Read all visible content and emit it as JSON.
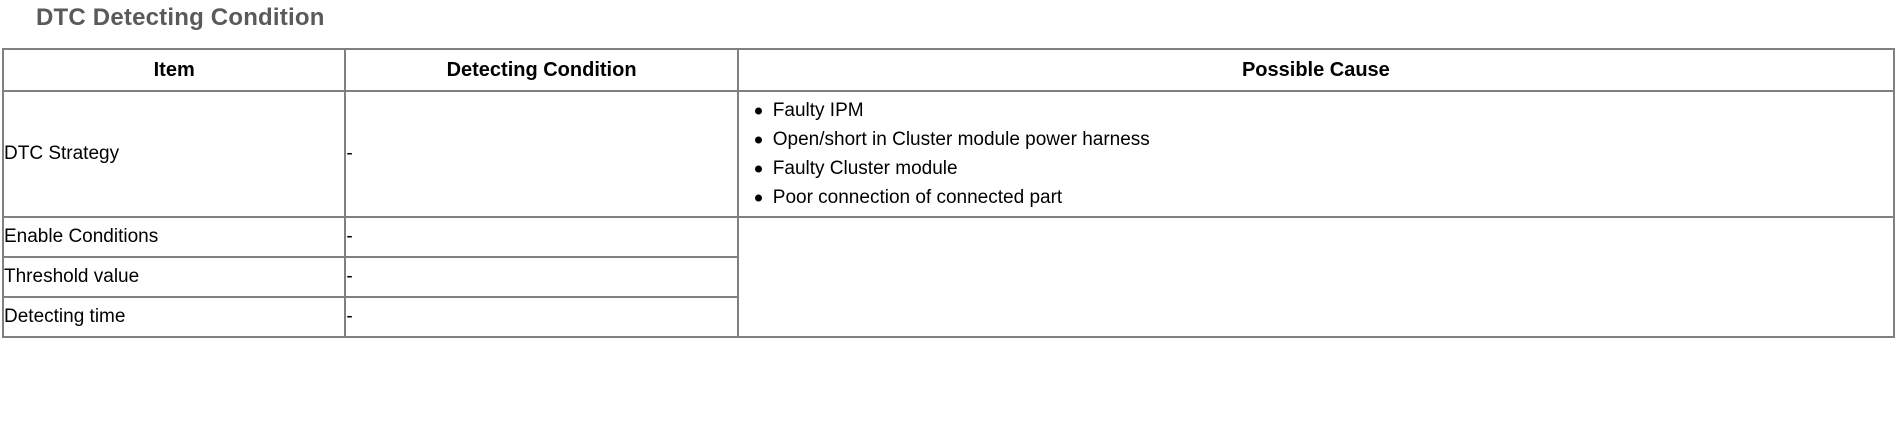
{
  "section": {
    "title": "DTC Detecting Condition",
    "title_color": "#5a5a5a",
    "border_color": "#808080",
    "background_color": "#ffffff",
    "text_color": "#000000"
  },
  "table": {
    "headers": [
      "Item",
      "Detecting Condition",
      "Possible Cause"
    ],
    "rows": [
      {
        "item": "DTC Strategy",
        "detecting_condition": "-"
      },
      {
        "item": "Enable Conditions",
        "detecting_condition": "-"
      },
      {
        "item": "Threshold value",
        "detecting_condition": "-"
      },
      {
        "item": "Detecting time",
        "detecting_condition": "-"
      }
    ],
    "possible_causes": [
      "Faulty IPM",
      "Open/short in Cluster module power harness",
      "Faulty Cluster module",
      "Poor connection of connected part"
    ]
  }
}
